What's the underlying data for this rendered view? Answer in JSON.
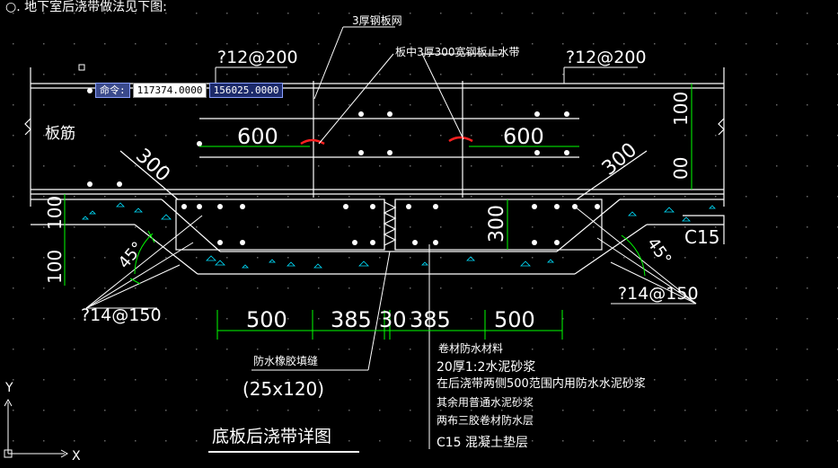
{
  "top_note": "○. 地下室后浇带做法见下图:",
  "labels": {
    "mesh": "3厚钢板网",
    "waterstop": "板中3厚300宽钢板止水带",
    "rebar_left": "?12@200",
    "rebar_right": "?12@200",
    "slab_rebar": "板筋",
    "d600_left": "600",
    "d600_right": "600",
    "d300_left": "300",
    "d300_right": "300",
    "d300_mid": "300",
    "d100_right_top": "100",
    "d100_right_mid": "00",
    "d100_left_a": "100",
    "d100_left_b": "100",
    "angle_left": "45°",
    "angle_right": "45°",
    "c15": "C15",
    "bar14_left": "?14@150",
    "bar14_right": "?14@150",
    "dim500a": "500",
    "dim385a": "385",
    "dim30": "30",
    "dim385b": "385",
    "dim500b": "500",
    "joint_note": "防水橡胶填缝",
    "joint_size": "(25x120)",
    "title": "底板后浇带详图"
  },
  "layers": [
    "卷材防水材料",
    "20厚1:2水泥砂浆",
    "在后浇带两侧500范围内用防水水泥砂浆",
    "其余用普通水泥砂浆",
    "两布三胶卷材防水层",
    "C15 混凝土垫层"
  ],
  "command": {
    "label": "命令:",
    "x": "117374.0000",
    "y": "156025.0000"
  },
  "ucs": {
    "y": "Y",
    "x": "X"
  },
  "colors": {
    "bg": "#000000",
    "line": "#ffffff",
    "dim": "#00ff00",
    "hatch": "#00e0ff",
    "red": "#ff2020"
  }
}
